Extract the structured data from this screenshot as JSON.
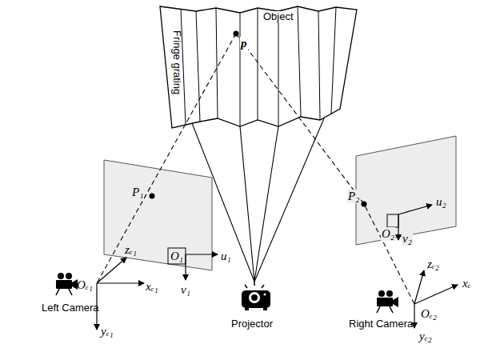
{
  "diagram": {
    "labels": [
      "Object",
      "Fringe grating",
      "p",
      "P₁",
      "O₁",
      "u₁",
      "v₁",
      "P₂",
      "O₂",
      "u₂",
      "v₂",
      "Oₑ₁",
      "zₑ₁",
      "xₑ₁",
      "yₑ₁",
      "Left Camera",
      "Projector",
      "Right Camera",
      "zₑ₂",
      "xₑ",
      "Oₑ₂",
      "yₑ₂"
    ]
  }
}
